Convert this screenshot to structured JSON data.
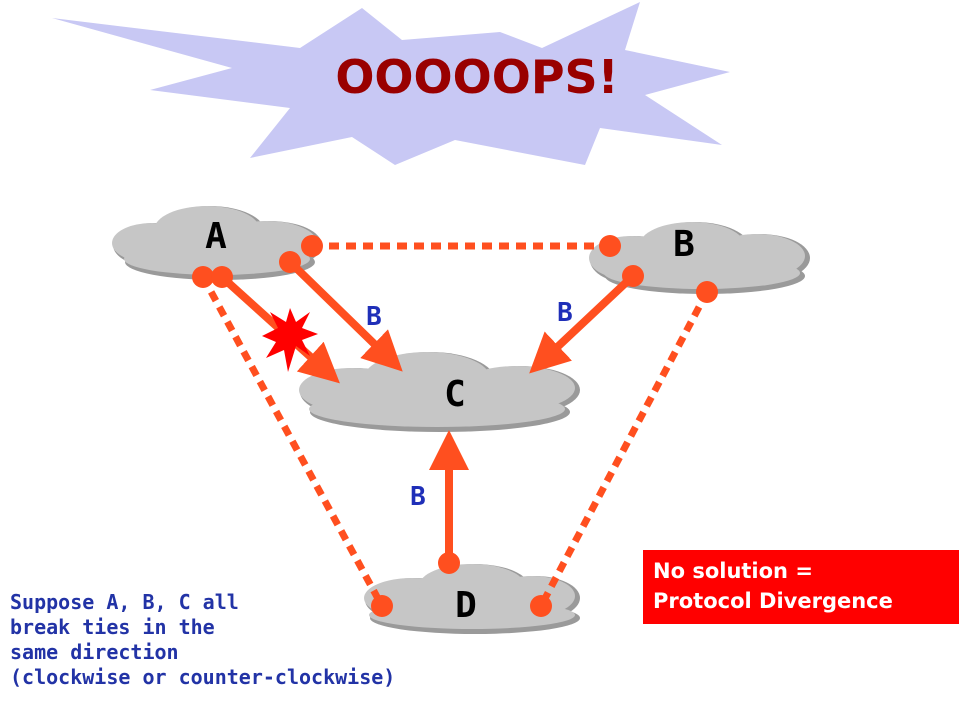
{
  "banner": {
    "title": "OOOOOPS!"
  },
  "nodes": [
    {
      "id": "A",
      "label": "A"
    },
    {
      "id": "B",
      "label": "B"
    },
    {
      "id": "C",
      "label": "C"
    },
    {
      "id": "D",
      "label": "D"
    }
  ],
  "edge_labels": [
    {
      "label": "B",
      "edge": "A-C"
    },
    {
      "label": "B",
      "edge": "B-C"
    },
    {
      "label": "B",
      "edge": "D-C"
    }
  ],
  "note": {
    "lines": [
      "Suppose A, B, C all",
      "break ties in the",
      "same direction",
      "(clockwise or counter-clockwise)"
    ]
  },
  "callout": {
    "lines": [
      "No solution =",
      "Protocol Divergence"
    ]
  },
  "colors": {
    "banner_fill": "#c8c8f4",
    "banner_text": "#990000",
    "cloud_fill": "#c6c6c6",
    "link": "#ff4f1f",
    "edge_label": "#1f2fb8",
    "note_text": "#2233a6",
    "callout_bg": "#ff0000",
    "callout_text": "#ffffff",
    "failure_burst": "#ff0000"
  }
}
